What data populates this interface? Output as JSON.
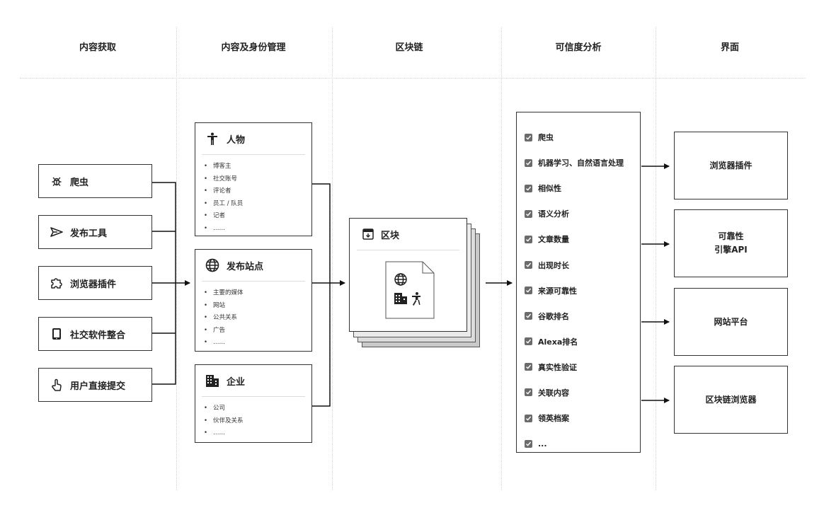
{
  "headers": [
    "内容获取",
    "内容及身份管理",
    "区块链",
    "可信度分析",
    "界面"
  ],
  "sources": [
    {
      "label": "爬虫",
      "icon": "bug-icon"
    },
    {
      "label": "发布工具",
      "icon": "send-icon"
    },
    {
      "label": "浏览器插件",
      "icon": "puzzle-icon"
    },
    {
      "label": "社交软件整合",
      "icon": "phone-icon"
    },
    {
      "label": "用户直接提交",
      "icon": "touch-icon"
    }
  ],
  "identity": {
    "people": {
      "title": "人物",
      "icon": "person-icon",
      "items": [
        "博客主",
        "社交账号",
        "评论者",
        "员工 / 队员",
        "记者",
        "……"
      ]
    },
    "sites": {
      "title": "发布站点",
      "icon": "globe-icon",
      "items": [
        "主要的媒体",
        "网站",
        "公共关系",
        "广告",
        "……"
      ]
    },
    "company": {
      "title": "企业",
      "icon": "building-icon",
      "items": [
        "公司",
        "伙伴及关系",
        "……"
      ]
    }
  },
  "blockchain": {
    "title": "区块",
    "icon": "archive-icon"
  },
  "credibility": [
    "爬虫",
    "机器学习、自然语言处理",
    "相似性",
    "语义分析",
    "文章数量",
    "出现时长",
    "来源可靠性",
    "谷歌排名",
    "Alexa排名",
    "真实性验证",
    "关联内容",
    "领英档案",
    "..."
  ],
  "outputs": [
    {
      "line1": "浏览器插件",
      "line2": ""
    },
    {
      "line1": "可靠性",
      "line2": "引擎API"
    },
    {
      "line1": "网站平台",
      "line2": ""
    },
    {
      "line1": "区块链浏览器",
      "line2": ""
    }
  ]
}
